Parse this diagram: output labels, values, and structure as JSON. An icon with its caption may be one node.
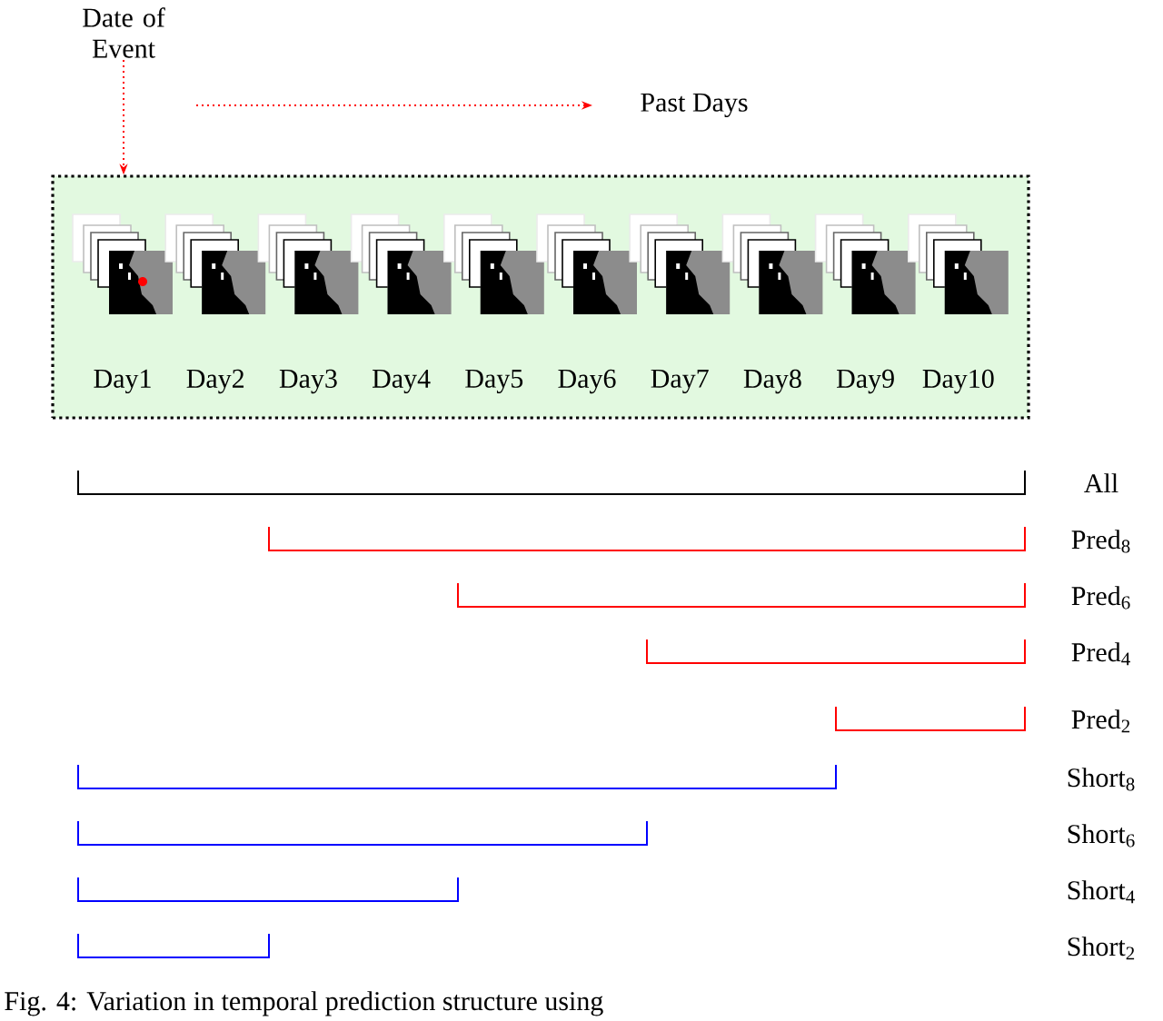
{
  "diagram": {
    "caption": "Fig. 4: Variation in temporal prediction structure using",
    "nodes": [
      {
        "text": [
          "Date of Event"
        ]
      },
      {
        "text": [],
        "shape": "box"
      },
      {
        "text": [],
        "shape": "picture",
        "in": 1,
        "beside": [
          "Day1"
        ]
      },
      {
        "text": [],
        "shape": "picture",
        "in": 1,
        "beside": [
          "Day2"
        ]
      },
      {
        "text": [],
        "shape": "picture",
        "in": 1,
        "beside": [
          "Day3"
        ]
      },
      {
        "text": [],
        "shape": "picture",
        "in": 1,
        "beside": [
          "Day4"
        ]
      },
      {
        "text": [],
        "shape": "picture",
        "in": 1,
        "beside": [
          "Day5"
        ]
      },
      {
        "text": [],
        "shape": "picture",
        "in": 1,
        "beside": [
          "Day6"
        ]
      },
      {
        "text": [],
        "shape": "picture",
        "in": 1,
        "beside": [
          "Day7"
        ]
      },
      {
        "text": [],
        "shape": "picture",
        "in": 1,
        "beside": [
          "Day8"
        ]
      },
      {
        "text": [],
        "shape": "picture",
        "in": 1,
        "beside": [
          "Day9"
        ]
      },
      {
        "text": [],
        "shape": "picture",
        "in": 1,
        "beside": [
          "Day10"
        ]
      }
    ],
    "edges": [
      {
        "from": 0,
        "to": 1,
        "arrow": "to",
        "style": "dashed",
        "color": "#ff0000"
      }
    ],
    "labels": [
      "Past Days",
      "All",
      "Pred$_{8}$",
      "Pred$_{6}$",
      "Pred$_{4}$",
      "Pred$_{2}$",
      "Short$_{8}$",
      "Short$_{6}$",
      "Short$_{4}$",
      "Short$_{2}$"
    ]
  }
}
